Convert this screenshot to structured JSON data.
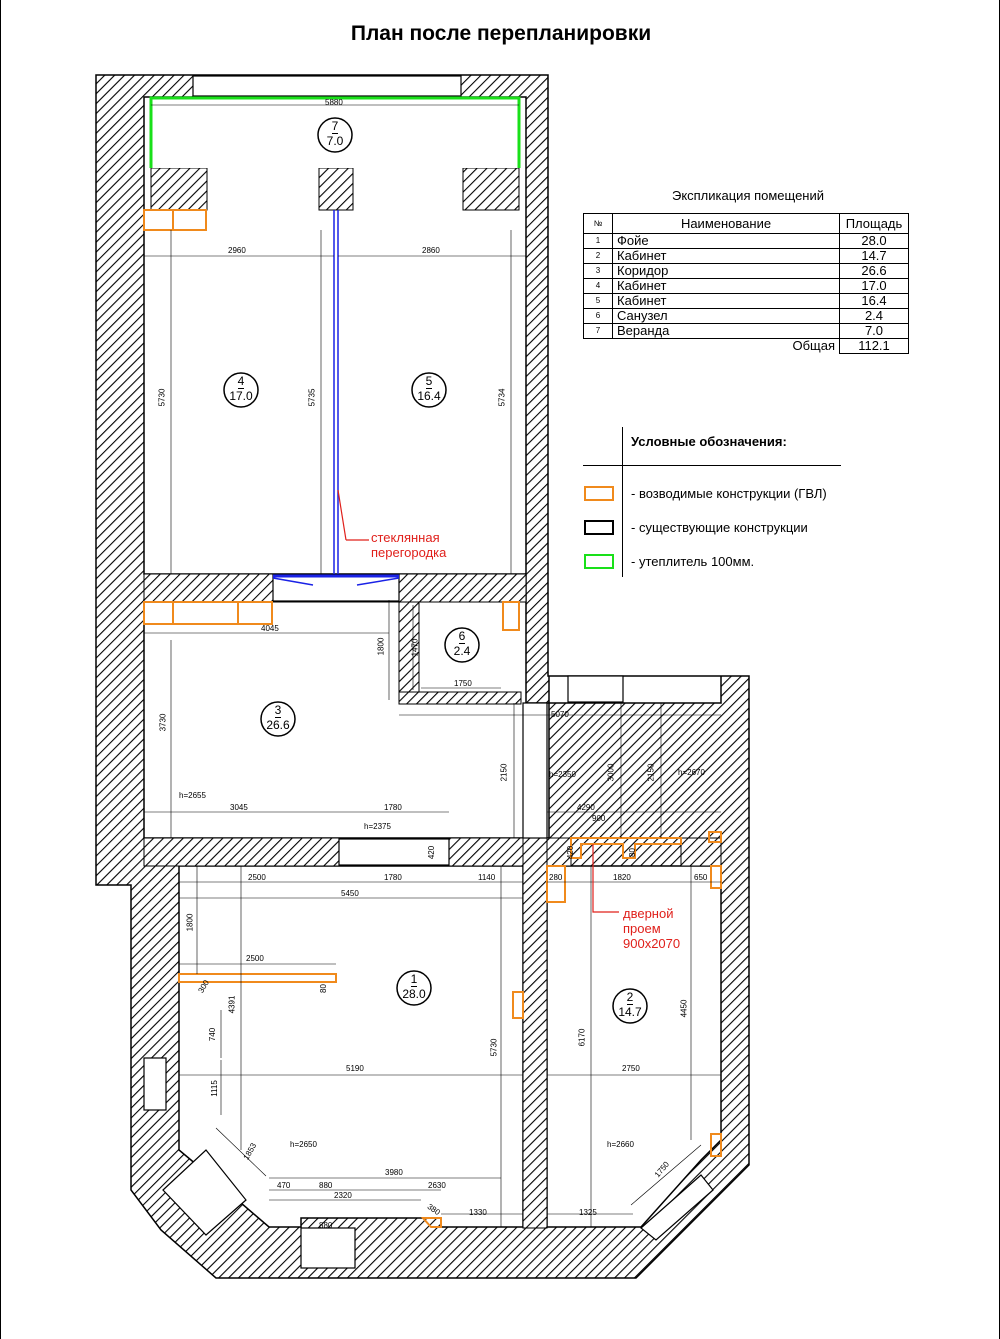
{
  "title": "План после перепланировки",
  "explication": {
    "title": "Экспликация помещений",
    "columns": [
      "№",
      "Наименование",
      "Площадь"
    ],
    "rows": [
      {
        "no": "1",
        "name": "Фойе",
        "area": "28.0"
      },
      {
        "no": "2",
        "name": "Кабинет",
        "area": "14.7"
      },
      {
        "no": "3",
        "name": "Коридор",
        "area": "26.6"
      },
      {
        "no": "4",
        "name": "Кабинет",
        "area": "17.0"
      },
      {
        "no": "5",
        "name": "Кабинет",
        "area": "16.4"
      },
      {
        "no": "6",
        "name": "Санузел",
        "area": "2.4"
      },
      {
        "no": "7",
        "name": "Веранда",
        "area": "7.0"
      }
    ],
    "total_label": "Общая",
    "total_area": "112.1"
  },
  "legend": {
    "title": "Условные обозначения:",
    "items": [
      {
        "label": "- возводимые конструкции (ГВЛ)",
        "color": "#f08a1c"
      },
      {
        "label": "- существующие конструкции",
        "color": "#000000"
      },
      {
        "label": "- утеплитель 100мм.",
        "color": "#19e019"
      }
    ]
  },
  "rooms": [
    {
      "no": "7",
      "area": "7.0"
    },
    {
      "no": "4",
      "area": "17.0"
    },
    {
      "no": "5",
      "area": "16.4"
    },
    {
      "no": "6",
      "area": "2.4"
    },
    {
      "no": "3",
      "area": "26.6"
    },
    {
      "no": "1",
      "area": "28.0"
    },
    {
      "no": "2",
      "area": "14.7"
    }
  ],
  "notes": {
    "glass": [
      "стеклянная",
      "перегородка"
    ],
    "door": [
      "дверной",
      "проем",
      "900x2070"
    ]
  },
  "heights": [
    "h=2655",
    "h=2375",
    "h=2350",
    "h=2670",
    "h=2650",
    "h=2660"
  ],
  "dimensions": [
    "5880",
    "2960",
    "2860",
    "5730",
    "5735",
    "5734",
    "4045",
    "1800",
    "1470",
    "1750",
    "3730",
    "5070",
    "2150",
    "3000",
    "2150",
    "3045",
    "1780",
    "4290",
    "900",
    "420",
    "420",
    "80",
    "2500",
    "1780",
    "1140",
    "5450",
    "280",
    "1820",
    "650",
    "1800",
    "2500",
    "80",
    "4391",
    "740",
    "1115",
    "5190",
    "5730",
    "6170",
    "4450",
    "2750",
    "1853",
    "3980",
    "470",
    "880",
    "2630",
    "2320",
    "1750",
    "880",
    "1330",
    "1325",
    "380",
    "300"
  ],
  "colors": {
    "new": "#f08a1c",
    "existing": "#000000",
    "insulation": "#19e019",
    "glass": "#1a22e6",
    "note": "#e0201b"
  }
}
